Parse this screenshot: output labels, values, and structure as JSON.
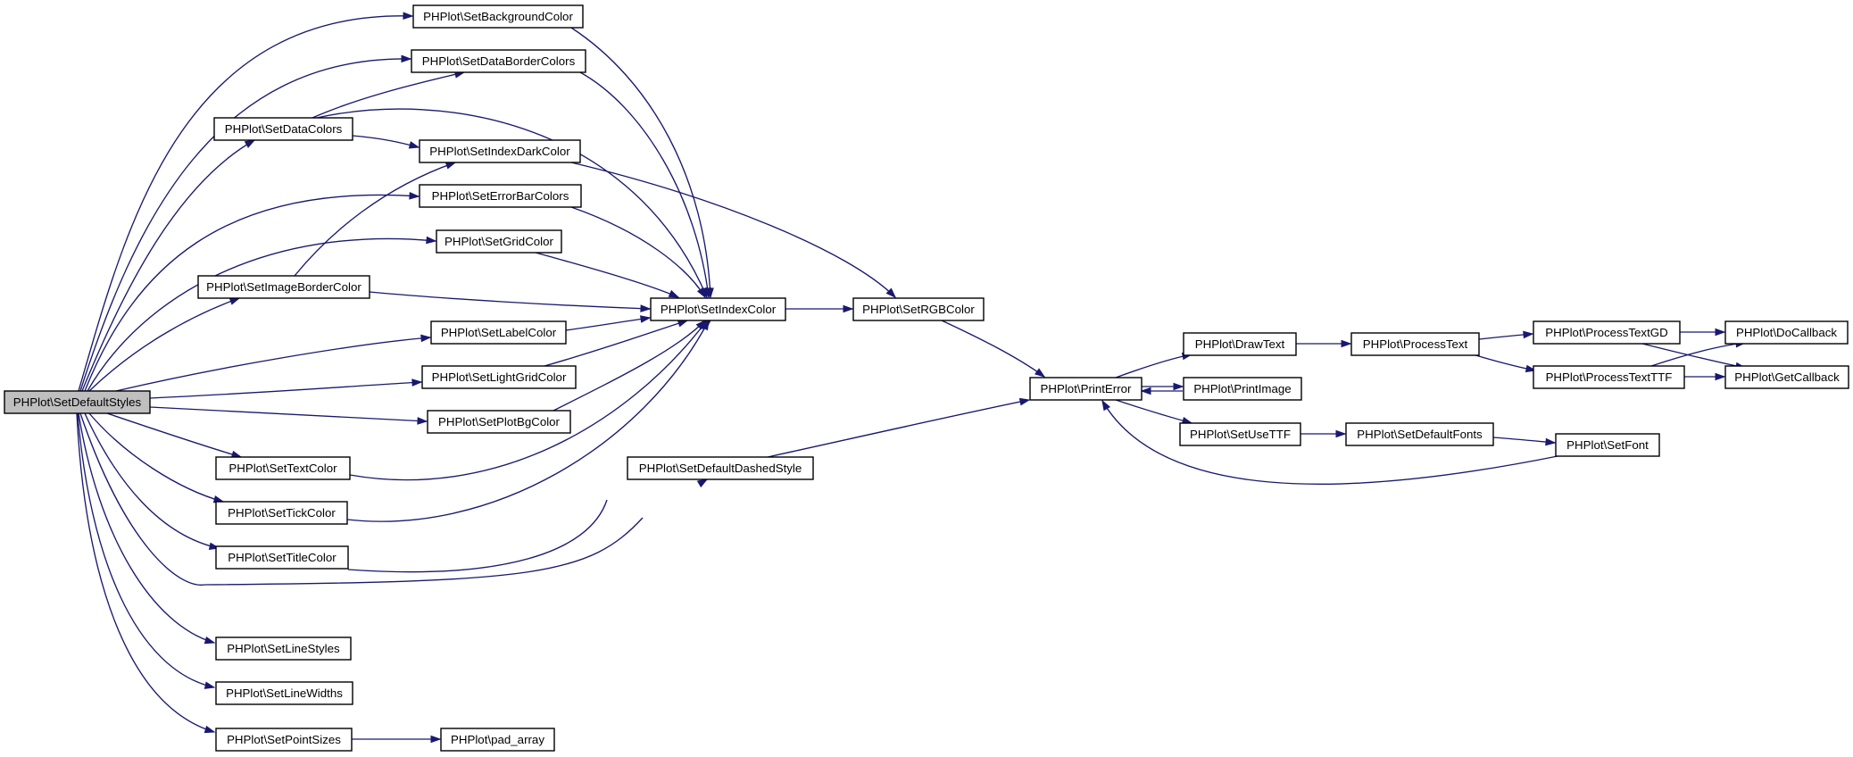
{
  "graph": {
    "title": "",
    "colors": {
      "edge": "#191970",
      "node_fill": "#ffffff",
      "root_fill": "#bfbfbf",
      "node_border": "#000000"
    },
    "nodes": [
      {
        "id": "SetDefaultStyles",
        "label": "PHPlot\\SetDefaultStyles",
        "root": true
      },
      {
        "id": "SetBackgroundColor",
        "label": "PHPlot\\SetBackgroundColor"
      },
      {
        "id": "SetDataBorderColors",
        "label": "PHPlot\\SetDataBorderColors"
      },
      {
        "id": "SetDataColors",
        "label": "PHPlot\\SetDataColors"
      },
      {
        "id": "SetIndexDarkColor",
        "label": "PHPlot\\SetIndexDarkColor"
      },
      {
        "id": "SetErrorBarColors",
        "label": "PHPlot\\SetErrorBarColors"
      },
      {
        "id": "SetGridColor",
        "label": "PHPlot\\SetGridColor"
      },
      {
        "id": "SetImageBorderColor",
        "label": "PHPlot\\SetImageBorderColor"
      },
      {
        "id": "SetLabelColor",
        "label": "PHPlot\\SetLabelColor"
      },
      {
        "id": "SetLightGridColor",
        "label": "PHPlot\\SetLightGridColor"
      },
      {
        "id": "SetPlotBgColor",
        "label": "PHPlot\\SetPlotBgColor"
      },
      {
        "id": "SetTextColor",
        "label": "PHPlot\\SetTextColor"
      },
      {
        "id": "SetTickColor",
        "label": "PHPlot\\SetTickColor"
      },
      {
        "id": "SetTitleColor",
        "label": "PHPlot\\SetTitleColor"
      },
      {
        "id": "SetLineStyles",
        "label": "PHPlot\\SetLineStyles"
      },
      {
        "id": "SetLineWidths",
        "label": "PHPlot\\SetLineWidths"
      },
      {
        "id": "SetPointSizes",
        "label": "PHPlot\\SetPointSizes"
      },
      {
        "id": "pad_array",
        "label": "PHPlot\\pad_array"
      },
      {
        "id": "SetIndexColor",
        "label": "PHPlot\\SetIndexColor"
      },
      {
        "id": "SetDefaultDashedStyle",
        "label": "PHPlot\\SetDefaultDashedStyle"
      },
      {
        "id": "SetRGBColor",
        "label": "PHPlot\\SetRGBColor"
      },
      {
        "id": "PrintError",
        "label": "PHPlot\\PrintError"
      },
      {
        "id": "DrawText",
        "label": "PHPlot\\DrawText"
      },
      {
        "id": "PrintImage",
        "label": "PHPlot\\PrintImage"
      },
      {
        "id": "SetUseTTF",
        "label": "PHPlot\\SetUseTTF"
      },
      {
        "id": "ProcessText",
        "label": "PHPlot\\ProcessText"
      },
      {
        "id": "SetDefaultFonts",
        "label": "PHPlot\\SetDefaultFonts"
      },
      {
        "id": "ProcessTextGD",
        "label": "PHPlot\\ProcessTextGD"
      },
      {
        "id": "ProcessTextTTF",
        "label": "PHPlot\\ProcessTextTTF"
      },
      {
        "id": "SetFont",
        "label": "PHPlot\\SetFont"
      },
      {
        "id": "DoCallback",
        "label": "PHPlot\\DoCallback"
      },
      {
        "id": "GetCallback",
        "label": "PHPlot\\GetCallback"
      }
    ],
    "edges": [
      {
        "from": "SetDefaultStyles",
        "to": "SetBackgroundColor"
      },
      {
        "from": "SetDefaultStyles",
        "to": "SetDataBorderColors"
      },
      {
        "from": "SetDefaultStyles",
        "to": "SetDataColors"
      },
      {
        "from": "SetDefaultStyles",
        "to": "SetErrorBarColors"
      },
      {
        "from": "SetDefaultStyles",
        "to": "SetGridColor"
      },
      {
        "from": "SetDefaultStyles",
        "to": "SetImageBorderColor"
      },
      {
        "from": "SetDefaultStyles",
        "to": "SetLabelColor"
      },
      {
        "from": "SetDefaultStyles",
        "to": "SetLightGridColor"
      },
      {
        "from": "SetDefaultStyles",
        "to": "SetPlotBgColor"
      },
      {
        "from": "SetDefaultStyles",
        "to": "SetTextColor"
      },
      {
        "from": "SetDefaultStyles",
        "to": "SetTickColor"
      },
      {
        "from": "SetDefaultStyles",
        "to": "SetTitleColor"
      },
      {
        "from": "SetDefaultStyles",
        "to": "SetDefaultDashedStyle"
      },
      {
        "from": "SetDefaultStyles",
        "to": "SetLineStyles"
      },
      {
        "from": "SetDefaultStyles",
        "to": "SetLineWidths"
      },
      {
        "from": "SetDefaultStyles",
        "to": "SetPointSizes"
      },
      {
        "from": "SetBackgroundColor",
        "to": "SetIndexColor"
      },
      {
        "from": "SetDataBorderColors",
        "to": "SetIndexColor"
      },
      {
        "from": "SetDataColors",
        "to": "SetDataBorderColors"
      },
      {
        "from": "SetDataColors",
        "to": "SetIndexColor"
      },
      {
        "from": "SetDataColors",
        "to": "SetIndexDarkColor"
      },
      {
        "from": "SetIndexDarkColor",
        "to": "SetRGBColor"
      },
      {
        "from": "SetErrorBarColors",
        "to": "SetIndexColor"
      },
      {
        "from": "SetGridColor",
        "to": "SetIndexColor"
      },
      {
        "from": "SetImageBorderColor",
        "to": "SetIndexColor"
      },
      {
        "from": "SetImageBorderColor",
        "to": "SetIndexDarkColor"
      },
      {
        "from": "SetLabelColor",
        "to": "SetIndexColor"
      },
      {
        "from": "SetLightGridColor",
        "to": "SetIndexColor"
      },
      {
        "from": "SetPlotBgColor",
        "to": "SetIndexColor"
      },
      {
        "from": "SetTextColor",
        "to": "SetIndexColor"
      },
      {
        "from": "SetTickColor",
        "to": "SetIndexColor"
      },
      {
        "from": "SetTitleColor",
        "to": "SetIndexColor"
      },
      {
        "from": "SetIndexColor",
        "to": "SetRGBColor"
      },
      {
        "from": "SetRGBColor",
        "to": "PrintError"
      },
      {
        "from": "SetDefaultDashedStyle",
        "to": "PrintError"
      },
      {
        "from": "PrintError",
        "to": "DrawText"
      },
      {
        "from": "PrintError",
        "to": "PrintImage"
      },
      {
        "from": "PrintError",
        "to": "SetUseTTF"
      },
      {
        "from": "PrintImage",
        "to": "PrintError"
      },
      {
        "from": "DrawText",
        "to": "ProcessText"
      },
      {
        "from": "ProcessText",
        "to": "ProcessTextGD"
      },
      {
        "from": "ProcessText",
        "to": "ProcessTextTTF"
      },
      {
        "from": "ProcessTextGD",
        "to": "DoCallback"
      },
      {
        "from": "ProcessTextGD",
        "to": "GetCallback"
      },
      {
        "from": "ProcessTextTTF",
        "to": "DoCallback"
      },
      {
        "from": "ProcessTextTTF",
        "to": "GetCallback"
      },
      {
        "from": "SetUseTTF",
        "to": "SetDefaultFonts"
      },
      {
        "from": "SetDefaultFonts",
        "to": "SetFont"
      },
      {
        "from": "SetFont",
        "to": "PrintError"
      },
      {
        "from": "SetPointSizes",
        "to": "pad_array"
      }
    ]
  }
}
